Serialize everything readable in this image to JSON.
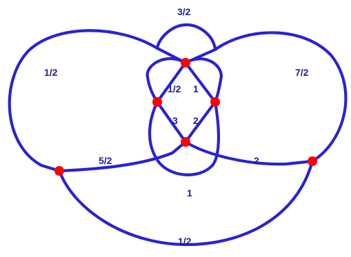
{
  "diagram": {
    "line_color": "#2a22d2",
    "vertex_color": "#ff0000",
    "label_color": "#1c1c9c",
    "labels": {
      "top": "3/2",
      "left_lobe": "1/2",
      "right_lobe": "7/2",
      "inner_left": "1/2",
      "inner_right": "1",
      "center_left": "3",
      "center_right": "2",
      "lower_left": "5/2",
      "lower_right": "2",
      "lower_center": "1",
      "bottom": "1/2"
    }
  }
}
